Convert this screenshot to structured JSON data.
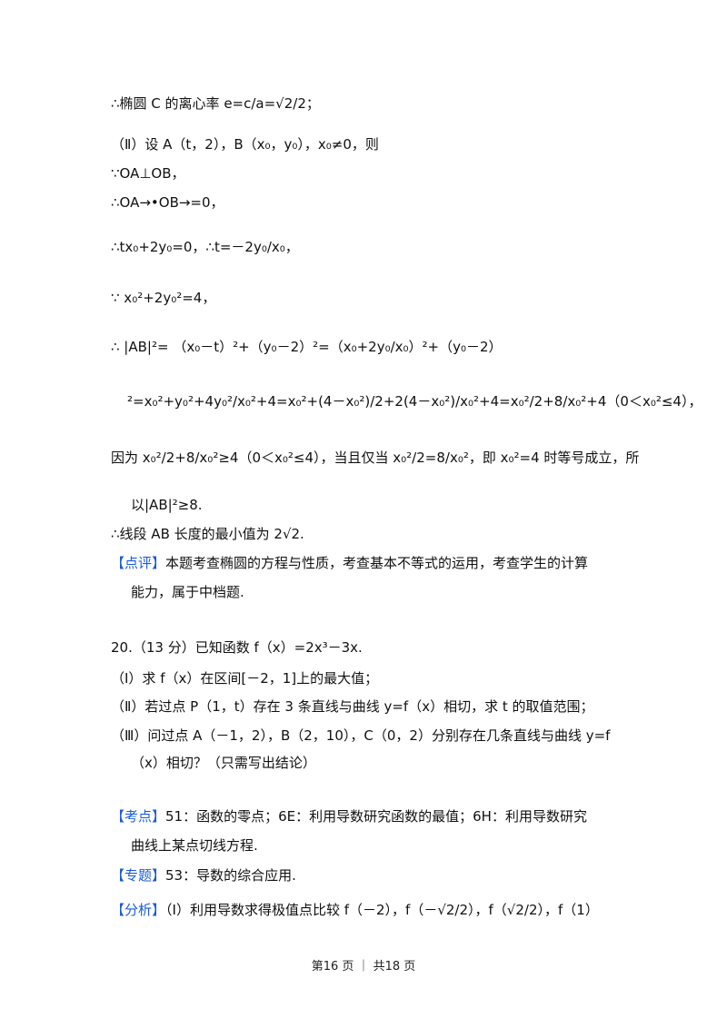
{
  "solution": {
    "l1": "∴椭圆 C 的离心率 e=c/a=√2/2；",
    "l2": "（Ⅱ）设 A（t，2），B（x₀，y₀），x₀≠0，则",
    "l3": "∵OA⊥OB，",
    "l4": "∴OA→•OB→=0，",
    "l5": "∴tx₀+2y₀=0，∴t=－2y₀/x₀，",
    "l6": "∵ x₀²+2y₀²=4，",
    "l7": "∴ |AB|²= （x₀－t）²+（y₀－2）²=（x₀+2y₀/x₀）²+（y₀－2）",
    "l8": "²=x₀²+y₀²+4y₀²/x₀²+4=x₀²+(4－x₀²)/2+2(4－x₀²)/x₀²+4=x₀²/2+8/x₀²+4（0＜x₀²≤4），",
    "l9": "因为 x₀²/2+8/x₀²≥4（0＜x₀²≤4），当且仅当 x₀²/2=8/x₀²，即 x₀²=4 时等号成立，所",
    "l10": "以|AB|²≥8.",
    "l11": "∴线段 AB 长度的最小值为 2√2.",
    "review_tag": "【点评】",
    "review_1": "本题考查椭圆的方程与性质，考查基本不等式的运用，考查学生的计算",
    "review_2": "能力，属于中档题."
  },
  "problem20": {
    "stem": "20.（13 分）已知函数 f（x）=2x³－3x.",
    "q1": "（Ⅰ）求 f（x）在区间[－2，1]上的最大值；",
    "q2": "（Ⅱ）若过点 P（1，t）存在 3 条直线与曲线 y=f（x）相切，求 t 的取值范围；",
    "q3a": "（Ⅲ）问过点 A（－1，2），B（2，10），C（0，2）分别存在几条直线与曲线 y=f",
    "q3b": "（x）相切？（只需写出结论）",
    "kaodian_tag": "【考点】",
    "kaodian_1": "51：函数的零点；6E：利用导数研究函数的最值；6H：利用导数研究",
    "kaodian_2": "曲线上某点切线方程.",
    "zhuanti_tag": "【专题】",
    "zhuanti": "53：导数的综合应用.",
    "fenxi_tag": "【分析】",
    "fenxi": "（Ⅰ）利用导数求得极值点比较 f（－2），f（－√2/2），f（√2/2），f（1）"
  },
  "footer": {
    "text": "第16 页 ｜ 共18 页"
  }
}
